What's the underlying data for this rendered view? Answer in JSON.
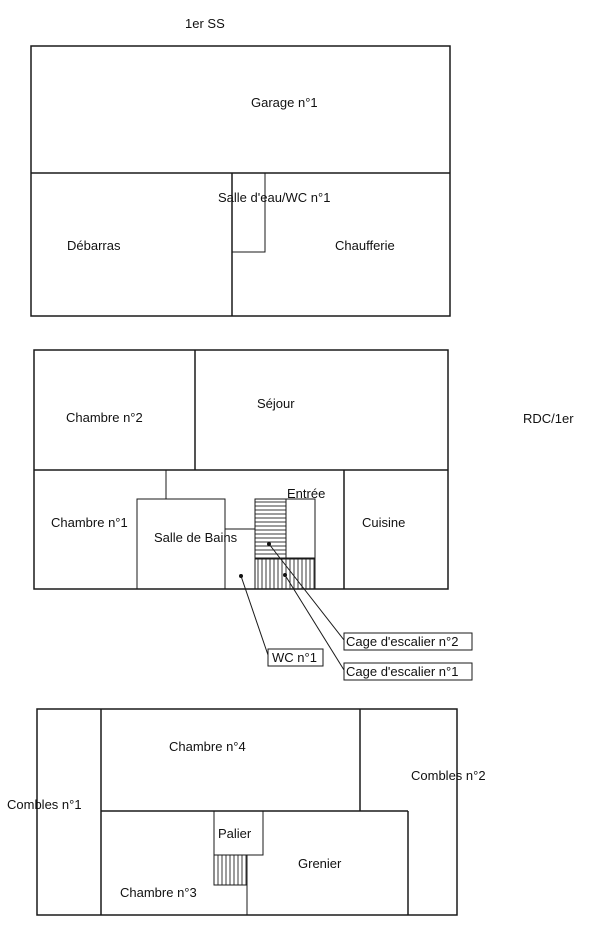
{
  "floors": {
    "basement": {
      "level_label": "1er SS",
      "rooms": {
        "garage": "Garage n°1",
        "salle_eau_wc": "Salle d'eau/WC n°1",
        "debarras": "Débarras",
        "chaufferie": "Chaufferie"
      }
    },
    "ground": {
      "level_label": "RDC/1er",
      "rooms": {
        "chambre2": "Chambre n°2",
        "sejour": "Séjour",
        "entree": "Entrée",
        "chambre1": "Chambre n°1",
        "salle_bains": "Salle de Bains",
        "cuisine": "Cuisine"
      },
      "callouts": {
        "cage2": "Cage d'escalier n°2",
        "wc1": "WC n°1",
        "cage1": "Cage d'escalier n°1"
      }
    },
    "attic": {
      "rooms": {
        "chambre4": "Chambre n°4",
        "combles2": "Combles n°2",
        "combles1": "Combles n°1",
        "palier": "Palier",
        "grenier": "Grenier",
        "chambre3": "Chambre n°3"
      }
    }
  }
}
